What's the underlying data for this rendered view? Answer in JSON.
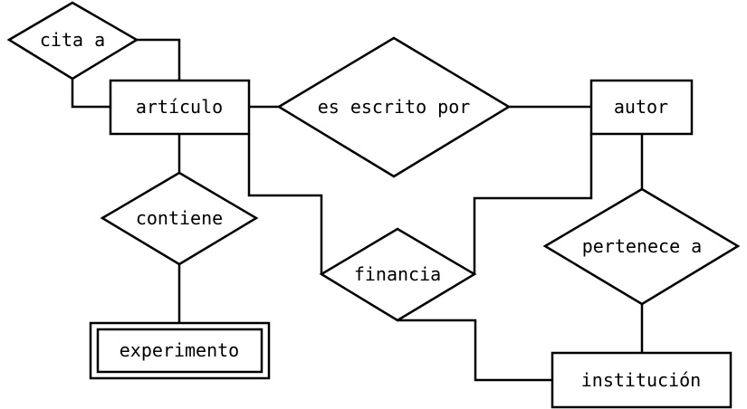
{
  "entities": {
    "articulo": "artículo",
    "autor": "autor",
    "institucion": "institución",
    "experimento": "experimento"
  },
  "relationships": {
    "cita": "cita a",
    "escrito": "es escrito por",
    "contiene": "contiene",
    "financia": "financia",
    "pertenece": "pertenece a"
  },
  "colors": {
    "stroke": "#000000",
    "background": "#ffffff"
  }
}
